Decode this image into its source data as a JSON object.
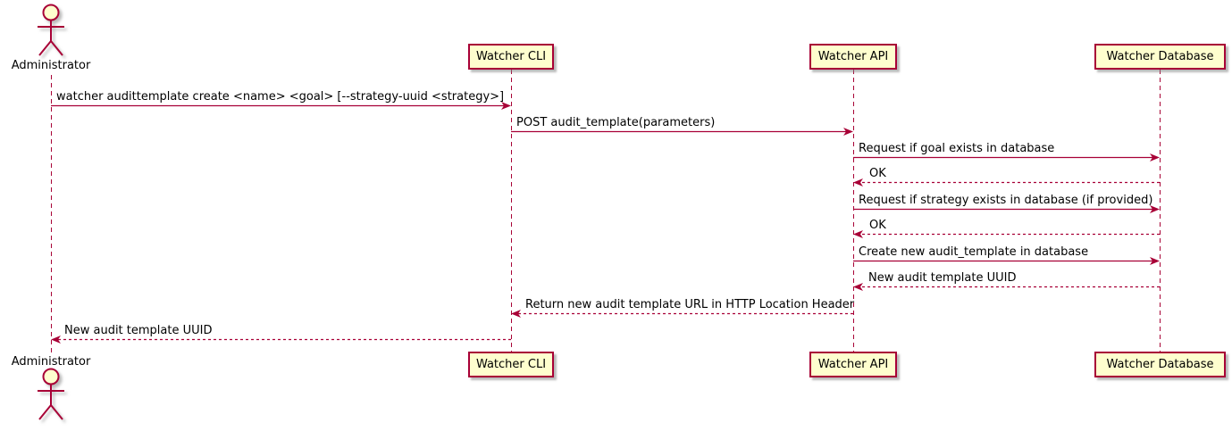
{
  "diagram": {
    "kind": "uml-sequence-diagram",
    "background": "#FFFFFF",
    "colors": {
      "line": "#A80036",
      "participant_fill": "#FEFECE",
      "text": "#000000",
      "shadow": "#888888"
    },
    "participants": [
      {
        "label": "Administrator",
        "type": "actor"
      },
      {
        "label": "Watcher CLI",
        "type": "participant"
      },
      {
        "label": "Watcher API",
        "type": "participant"
      },
      {
        "label": "Watcher Database",
        "type": "participant"
      }
    ],
    "messages": [
      {
        "from": "Administrator",
        "to": "Watcher CLI",
        "line": "solid",
        "label": "watcher audittemplate create <name> <goal> [--strategy-uuid <strategy>]"
      },
      {
        "from": "Watcher CLI",
        "to": "Watcher API",
        "line": "solid",
        "label": "POST audit_template(parameters)"
      },
      {
        "from": "Watcher API",
        "to": "Watcher Database",
        "line": "solid",
        "label": "Request if goal exists in database"
      },
      {
        "from": "Watcher Database",
        "to": "Watcher API",
        "line": "dashed",
        "label": "OK"
      },
      {
        "from": "Watcher API",
        "to": "Watcher Database",
        "line": "solid",
        "label": "Request if strategy exists in database (if provided)"
      },
      {
        "from": "Watcher Database",
        "to": "Watcher API",
        "line": "dashed",
        "label": "OK"
      },
      {
        "from": "Watcher API",
        "to": "Watcher Database",
        "line": "solid",
        "label": "Create new audit_template in database"
      },
      {
        "from": "Watcher Database",
        "to": "Watcher API",
        "line": "dashed",
        "label": "New audit template UUID"
      },
      {
        "from": "Watcher API",
        "to": "Watcher CLI",
        "line": "dashed",
        "label": "Return new audit template URL in HTTP Location Header"
      },
      {
        "from": "Watcher CLI",
        "to": "Administrator",
        "line": "dashed",
        "label": "New audit template UUID"
      }
    ]
  }
}
